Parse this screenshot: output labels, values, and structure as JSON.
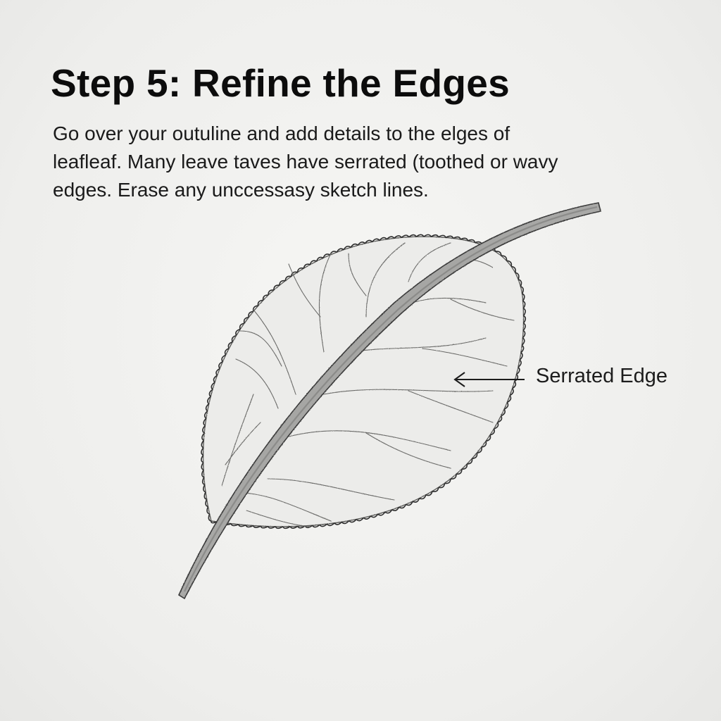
{
  "title": "Step 5: Refine the Edges",
  "description": {
    "line1": "Go over your outuline and add details to the elges of",
    "line2": "leafleaf. Many leave taves have serrated (toothed or wavy",
    "line3": "edges. Erase any unccessasy sketch lines."
  },
  "callout": {
    "label": "Serrated Edge"
  },
  "illustration": {
    "subject": "leaf-sketch",
    "style": "pencil",
    "stroke_color": "#3a3a3a"
  }
}
